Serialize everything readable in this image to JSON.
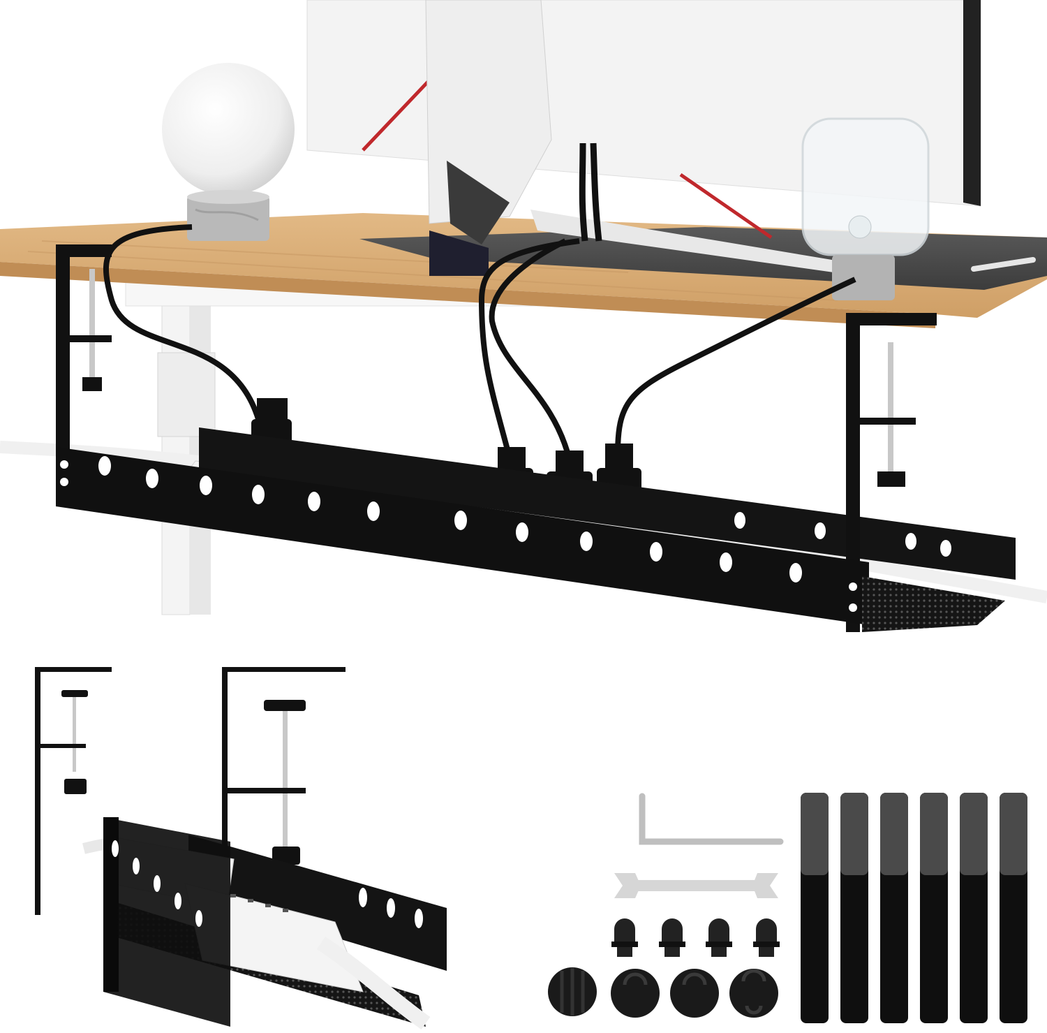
{
  "colors": {
    "background": "#ffffff",
    "desk_wood": "#d9ae78",
    "desk_edge": "#c4955e",
    "metal_black": "#111111",
    "power_strip": "#f2f2f2",
    "monitor_white": "#ececec",
    "accent_red": "#c0282c",
    "felt_gray": "#4a4a4a",
    "marble_gray": "#b9b9b9"
  },
  "objects": {
    "lamp": "globe-lamp",
    "monitor": "monitor-with-stand",
    "tray_installed": "under-desk-cable-tray",
    "tray_standalone": "cable-tray-with-clamps",
    "hex_key": "allen-key",
    "wrench": "open-end-wrench",
    "bolts_count": 4,
    "cable_clips_count": 4,
    "velcro_straps_count": 6
  }
}
